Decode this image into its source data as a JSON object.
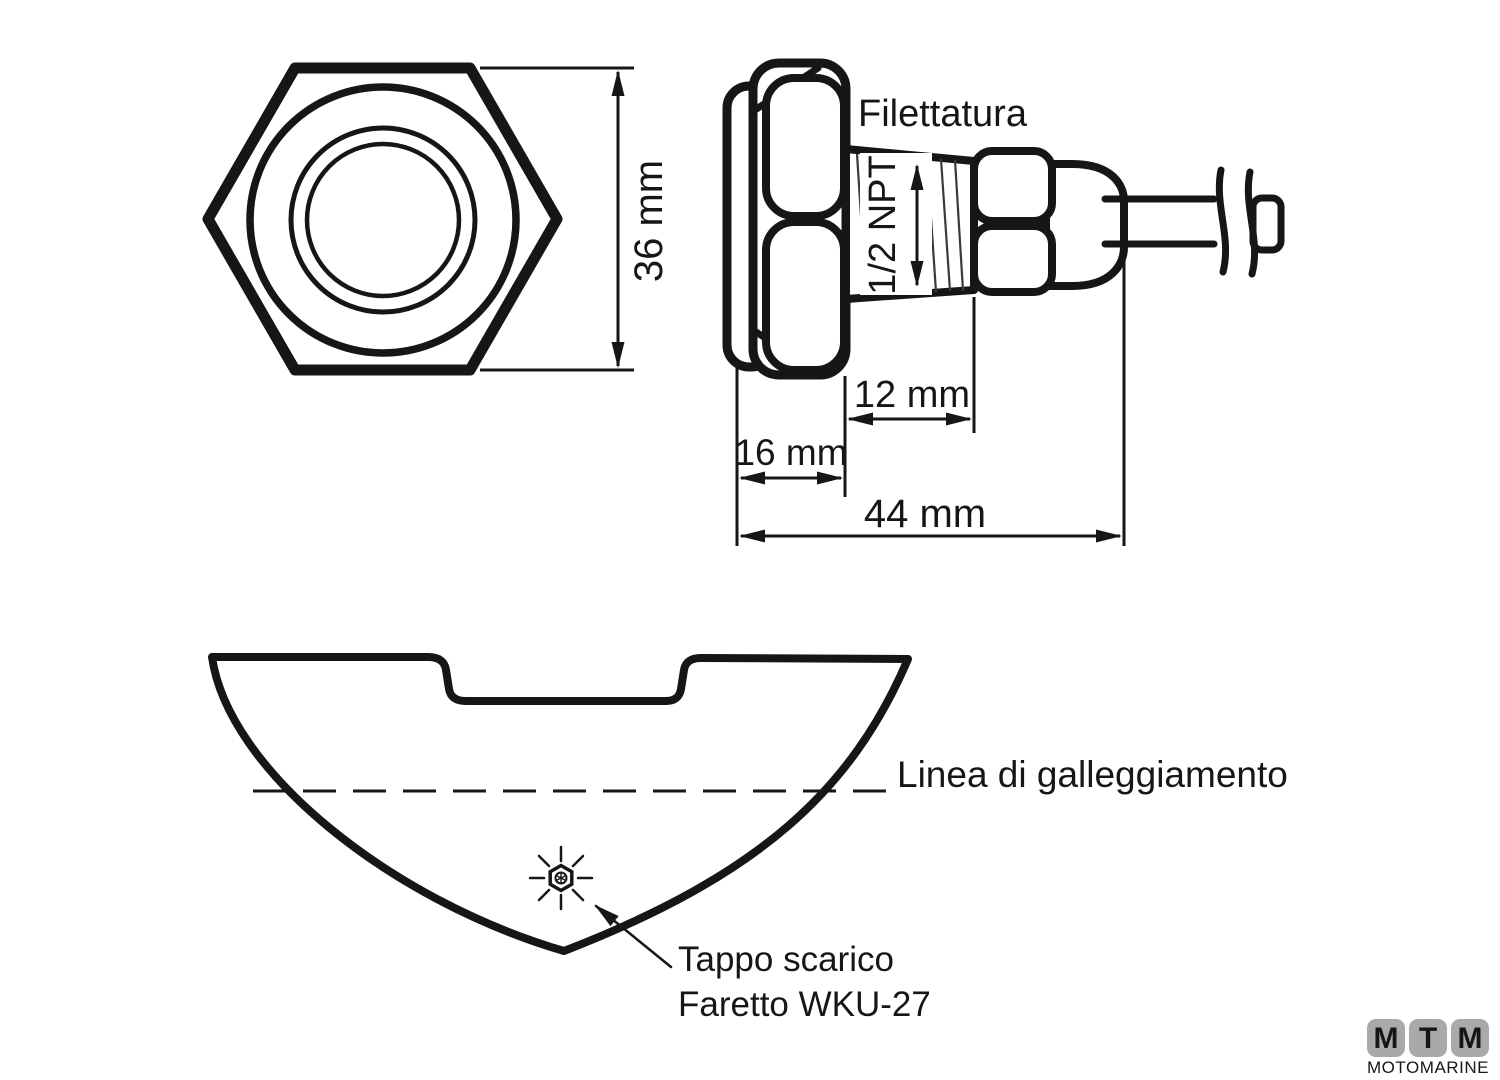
{
  "colors": {
    "ink": "#161616",
    "background": "#ffffff"
  },
  "front_view": {
    "dim_across_flats": "36 mm"
  },
  "side_view": {
    "thread_callout": "Filettatura",
    "thread_spec": "1/2 NPT",
    "thread_length": "12 mm",
    "head_depth": "16 mm",
    "overall_length": "44 mm"
  },
  "hull_view": {
    "waterline_label": "Linea di galleggiamento",
    "callout_line1": "Tappo scarico",
    "callout_line2": "Faretto WKU-27"
  },
  "logo": {
    "tiles": [
      "M",
      "T",
      "M"
    ],
    "subtitle": "MOTOMARINE",
    "tile_color": "#a9a9a9",
    "letter_color": "#ffffff",
    "subtitle_color": "#c6c6c6"
  }
}
